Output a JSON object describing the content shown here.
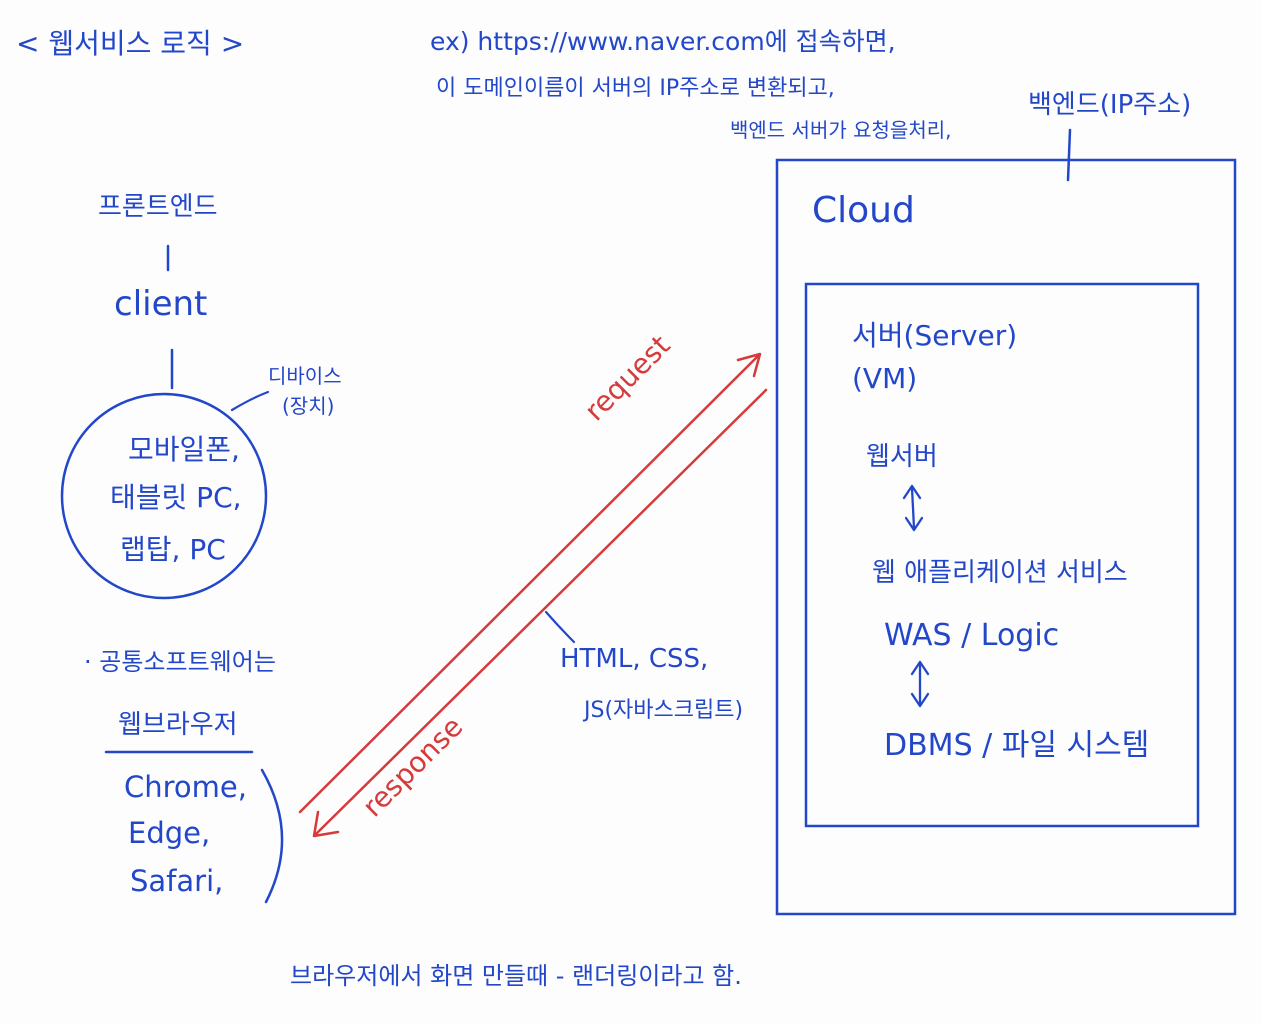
{
  "title": "< 웹서비스 로직 >",
  "note_top": {
    "line1": "ex) https://www.naver.com에 접속하면,",
    "line2": "이 도메인이름이 서버의 IP주소로 변환되고,",
    "line3": "백엔드 서버가 요청을처리,"
  },
  "frontend": {
    "label": "프론트엔드",
    "client": "client",
    "device_note_line1": "디바이스",
    "device_note_line2": "(장치)",
    "devices": [
      "모바일폰,",
      "태블릿 PC,",
      "랩탑, PC"
    ]
  },
  "software": {
    "line1": "· 공통소프트웨어는",
    "line2": "웹브라우저",
    "browsers": [
      "Chrome,",
      "Edge,",
      "Safari,"
    ]
  },
  "arrows": {
    "request": "request",
    "response": "response",
    "payload_line1": "HTML, CSS,",
    "payload_line2": "JS(자바스크립트)"
  },
  "backend": {
    "label": "백엔드(IP주소)",
    "cloud": "Cloud",
    "server_line1": "서버(Server)",
    "server_line2": "(VM)",
    "webserver": "웹서버",
    "webapp": "웹 애플리케이션 서비스",
    "was": "WAS / Logic",
    "dbms": "DBMS / 파일 시스템"
  },
  "footer": "브라우저에서 화면 만들때 - 랜더링이라고 함.",
  "colors": {
    "ink": "#2347c9",
    "arrow": "#d63a3a",
    "paper": "#fdfdfd"
  }
}
